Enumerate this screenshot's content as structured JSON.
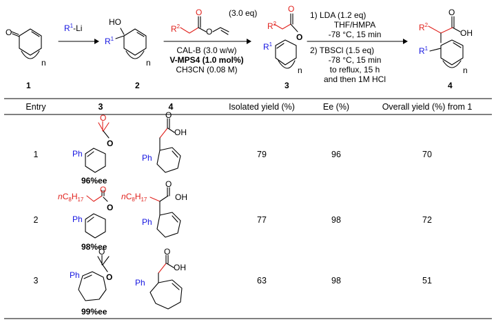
{
  "scheme": {
    "reagent_1": "R",
    "reagent_1_sup": "1",
    "reagent_1_suffix": "-Li",
    "reagent_2_eq": "(3.0 eq)",
    "cond2": [
      "CAL-B (3.0 w/w)",
      "V-MPS4 (1.0 mol%)",
      "CH3CN (0.08 M)"
    ],
    "cond3_step1": [
      "1)  LDA (1.2 eq)",
      "THF/HMPA",
      "-78 °C, 15 min"
    ],
    "cond3_step2": [
      "2)  TBSCl (1.5 eq)",
      "-78 °C, 15 min",
      "to reflux, 15 h",
      "and then 1M HCl"
    ],
    "compound_labels": [
      "1",
      "2",
      "3",
      "4"
    ]
  },
  "table": {
    "headers": [
      "Entry",
      "3",
      "4",
      "Isolated yield (%)",
      "Ee (%)",
      "Overall yield (%) from 1"
    ],
    "rows": [
      {
        "entry": "1",
        "ee_label": "96%ee",
        "isolated_yield": "79",
        "ee": "96",
        "overall_yield": "70"
      },
      {
        "entry": "2",
        "ee_label": "98%ee",
        "isolated_yield": "77",
        "ee": "98",
        "overall_yield": "72"
      },
      {
        "entry": "3",
        "ee_label": "99%ee",
        "isolated_yield": "63",
        "ee": "98",
        "overall_yield": "51"
      }
    ]
  },
  "labels": {
    "ph": "Ph",
    "oh": "OH",
    "ho": "HO",
    "o": "O",
    "n": "n",
    "nc8h17": "nC8H17"
  },
  "colors": {
    "red": "#e0201b",
    "blue": "#1515e0",
    "black": "#000000"
  }
}
